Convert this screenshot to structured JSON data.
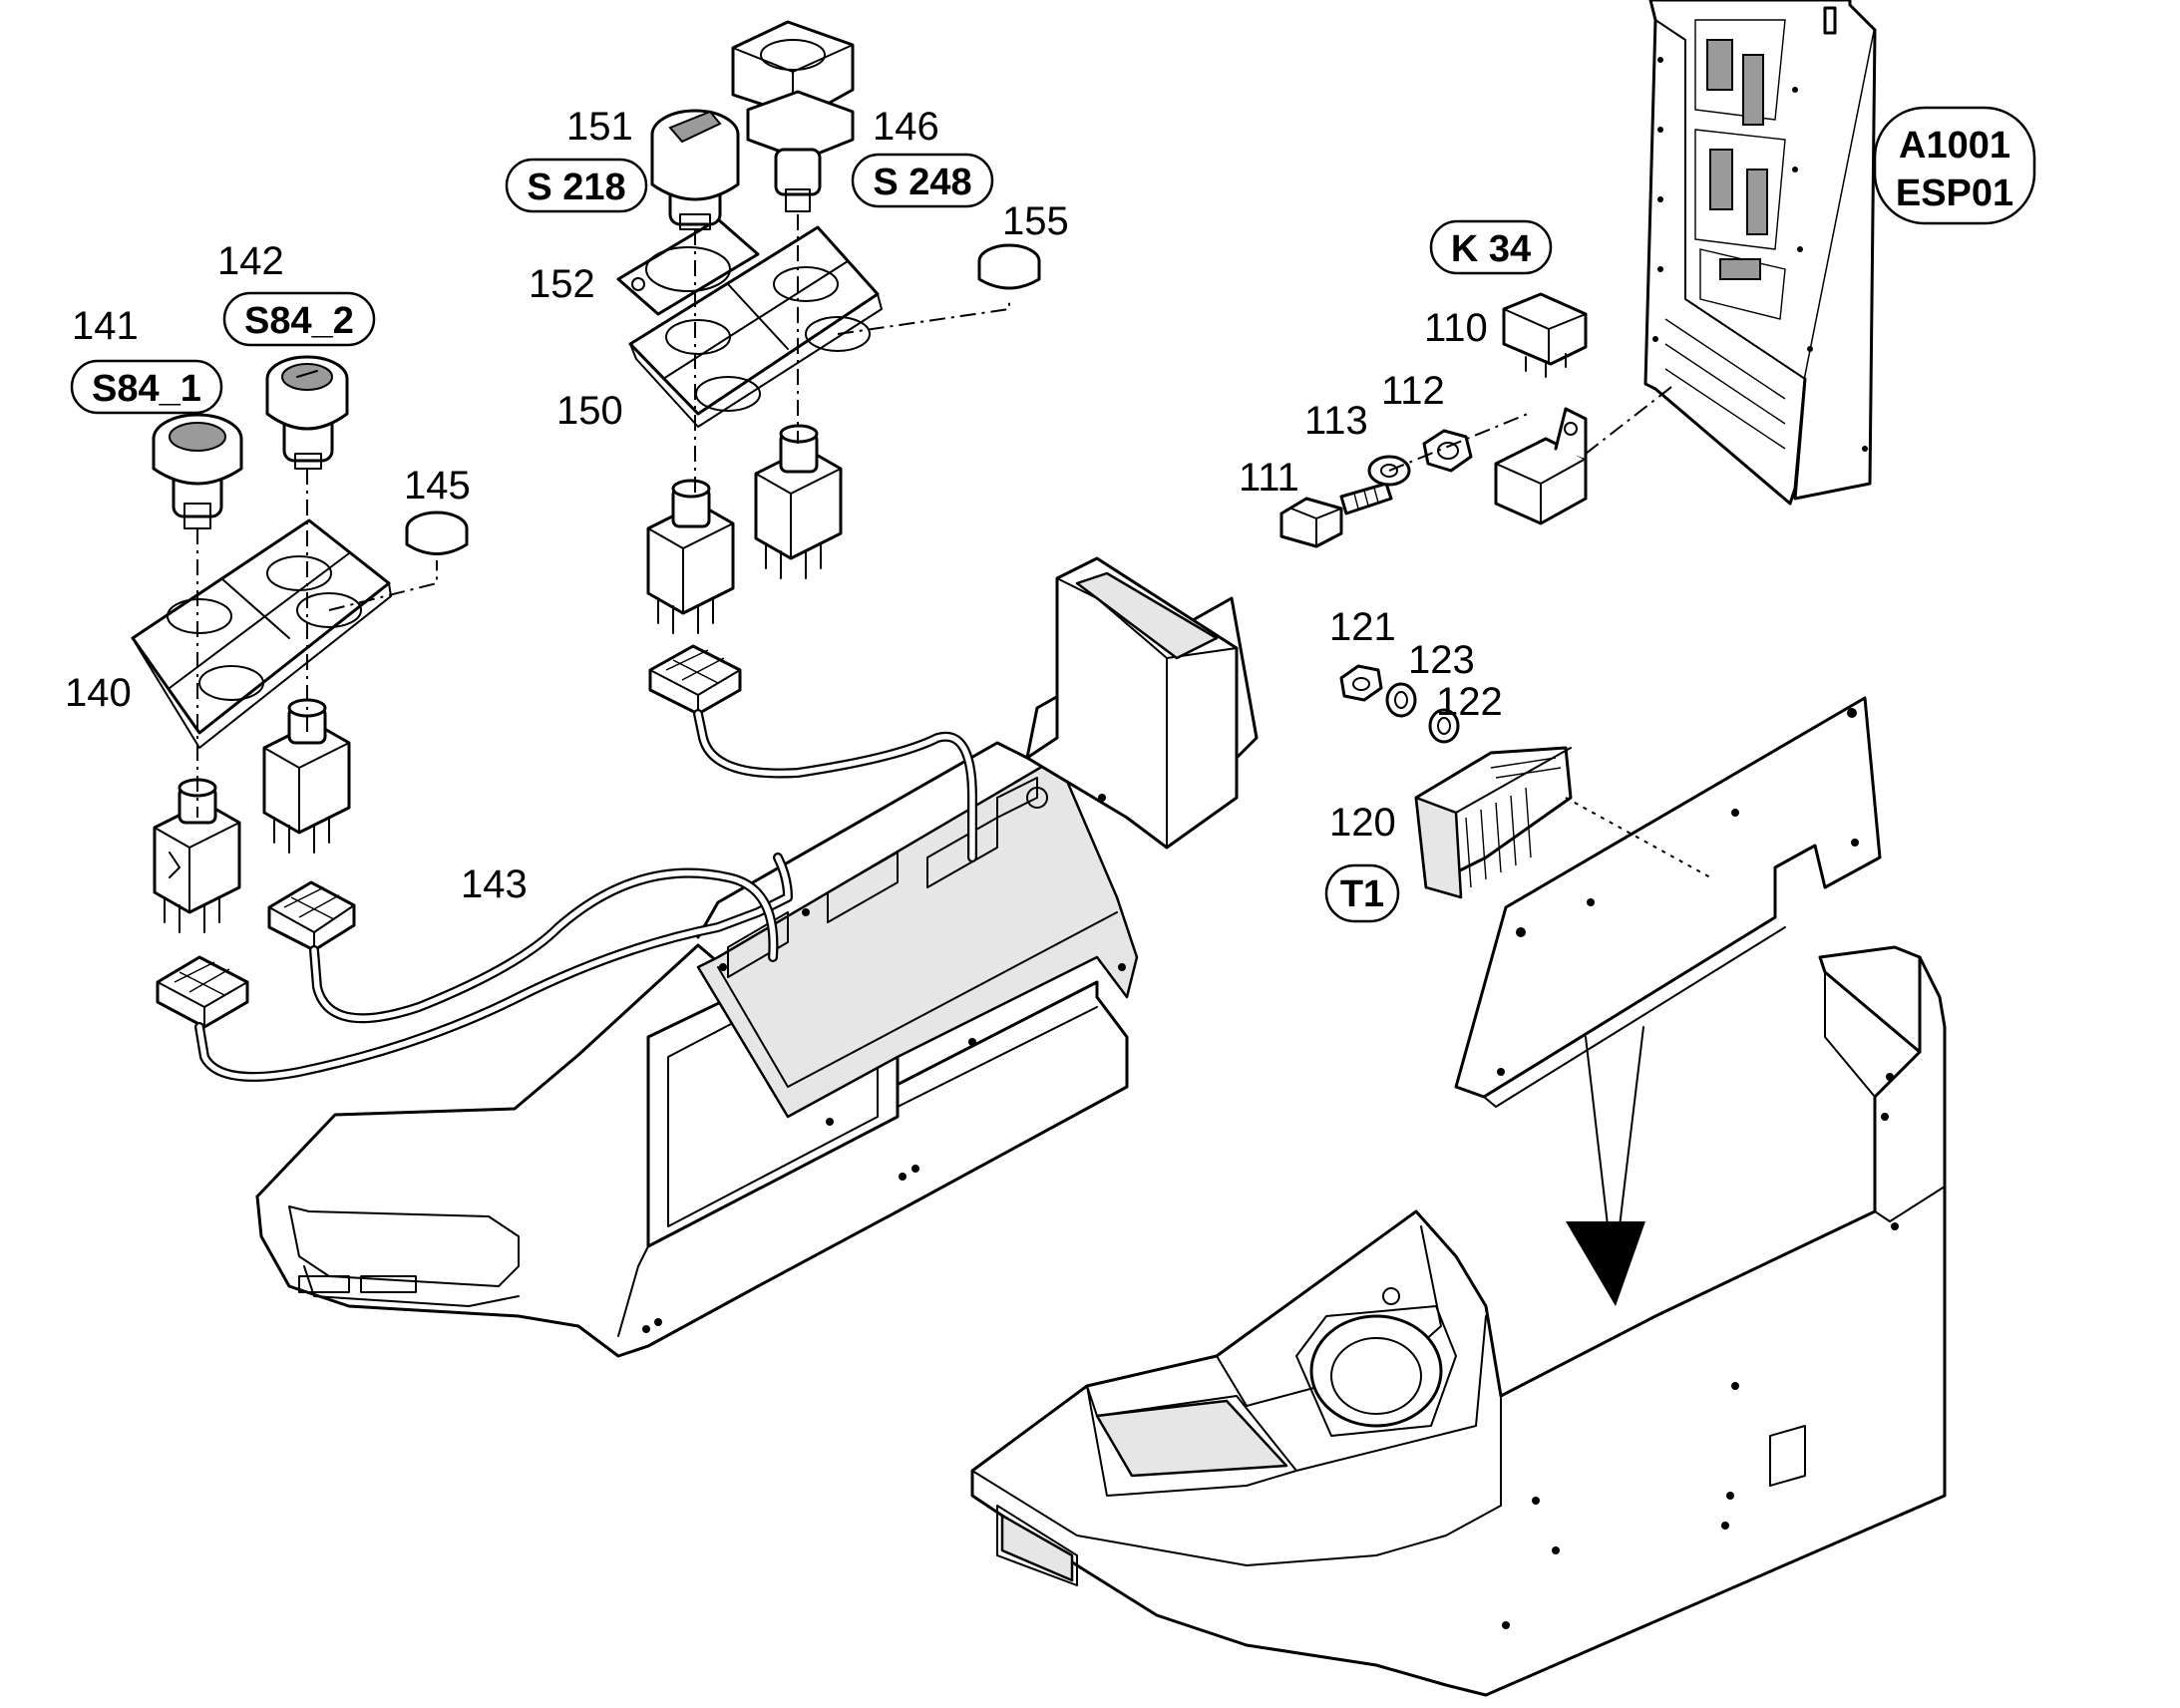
{
  "callouts": {
    "n110": "110",
    "n111": "111",
    "n112": "112",
    "n113": "113",
    "n120": "120",
    "n121": "121",
    "n122": "122",
    "n123": "123",
    "n140": "140",
    "n141": "141",
    "n142": "142",
    "n143": "143",
    "n145": "145",
    "n146": "146",
    "n150": "150",
    "n151": "151",
    "n152": "152",
    "n155": "155"
  },
  "tags": {
    "s84_1": "S84_1",
    "s84_2": "S84_2",
    "s218": "S 218",
    "s248": "S 248",
    "k34": "K 34",
    "t1": "T1",
    "a1001": "A1001",
    "esp01": "ESP01"
  },
  "style": {
    "line_color": "#000000",
    "background": "#ffffff",
    "shade": "#e6e6e6"
  }
}
